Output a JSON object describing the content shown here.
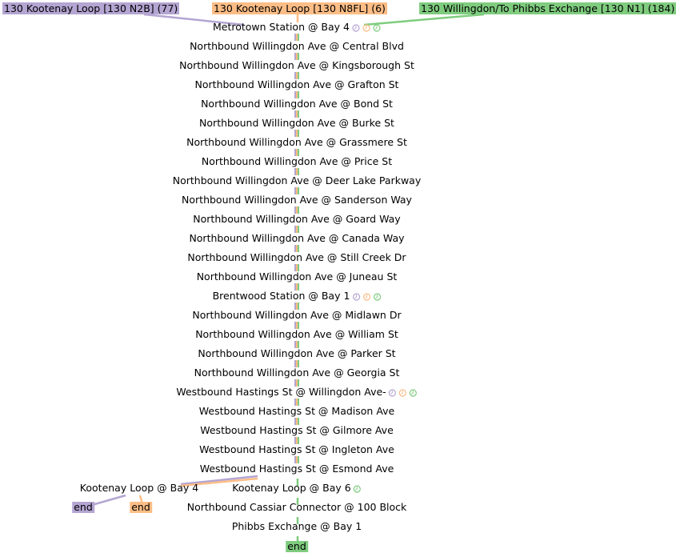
{
  "colors": {
    "purple": "#b4a5d2",
    "orange": "#fcbd86",
    "green": "#7fcc7f"
  },
  "routes": [
    {
      "label": "130 Kootenay Loop [130 N2B] (77)",
      "color": "#b4a5d2"
    },
    {
      "label": "130 Kootenay Loop [130 N8FL] (6)",
      "color": "#fcbd86"
    },
    {
      "label": "130 Willingdon/To Phibbs Exchange [130 N1] (184)",
      "color": "#7fcc7f"
    }
  ],
  "stops": [
    {
      "name": "Metrotown Station @ Bay 4",
      "clocks": [
        "purple",
        "orange",
        "green"
      ]
    },
    {
      "name": "Northbound Willingdon Ave @ Central Blvd",
      "clocks": []
    },
    {
      "name": "Northbound Willingdon Ave @ Kingsborough St",
      "clocks": []
    },
    {
      "name": "Northbound Willingdon Ave @ Grafton St",
      "clocks": []
    },
    {
      "name": "Northbound Willingdon Ave @ Bond St",
      "clocks": []
    },
    {
      "name": "Northbound Willingdon Ave @ Burke St",
      "clocks": []
    },
    {
      "name": "Northbound Willingdon Ave @ Grassmere St",
      "clocks": []
    },
    {
      "name": "Northbound Willingdon Ave @ Price St",
      "clocks": []
    },
    {
      "name": "Northbound Willingdon Ave @ Deer Lake Parkway",
      "clocks": []
    },
    {
      "name": "Northbound Willingdon Ave @ Sanderson Way",
      "clocks": []
    },
    {
      "name": "Northbound Willingdon Ave @ Goard Way",
      "clocks": []
    },
    {
      "name": "Northbound Willingdon Ave @ Canada Way",
      "clocks": []
    },
    {
      "name": "Northbound Willingdon Ave @ Still Creek Dr",
      "clocks": []
    },
    {
      "name": "Northbound Willingdon Ave @ Juneau St",
      "clocks": []
    },
    {
      "name": "Brentwood Station @ Bay 1",
      "clocks": [
        "purple",
        "orange",
        "green"
      ]
    },
    {
      "name": "Northbound Willingdon Ave @ Midlawn Dr",
      "clocks": []
    },
    {
      "name": "Northbound Willingdon Ave @ William St",
      "clocks": []
    },
    {
      "name": "Northbound Willingdon Ave @ Parker St",
      "clocks": []
    },
    {
      "name": "Northbound Willingdon Ave @ Georgia St",
      "clocks": []
    },
    {
      "name": "Westbound Hastings St @ Willingdon Ave-",
      "clocks": [
        "purple",
        "orange",
        "green"
      ]
    },
    {
      "name": "Westbound Hastings St @ Madison Ave",
      "clocks": []
    },
    {
      "name": "Westbound Hastings St @ Gilmore Ave",
      "clocks": []
    },
    {
      "name": "Westbound Hastings St @ Ingleton Ave",
      "clocks": []
    },
    {
      "name": "Westbound Hastings St @ Esmond Ave",
      "clocks": []
    }
  ],
  "branch_stops": {
    "kootenay_bay4": {
      "name": "Kootenay Loop @ Bay 4",
      "clocks": []
    },
    "kootenay_bay6": {
      "name": "Kootenay Loop @ Bay 6",
      "clocks": [
        "green"
      ]
    },
    "cassiar": {
      "name": "Northbound Cassiar Connector @ 100 Block",
      "clocks": []
    },
    "phibbs": {
      "name": "Phibbs Exchange @ Bay 1",
      "clocks": []
    }
  },
  "end_label": "end"
}
